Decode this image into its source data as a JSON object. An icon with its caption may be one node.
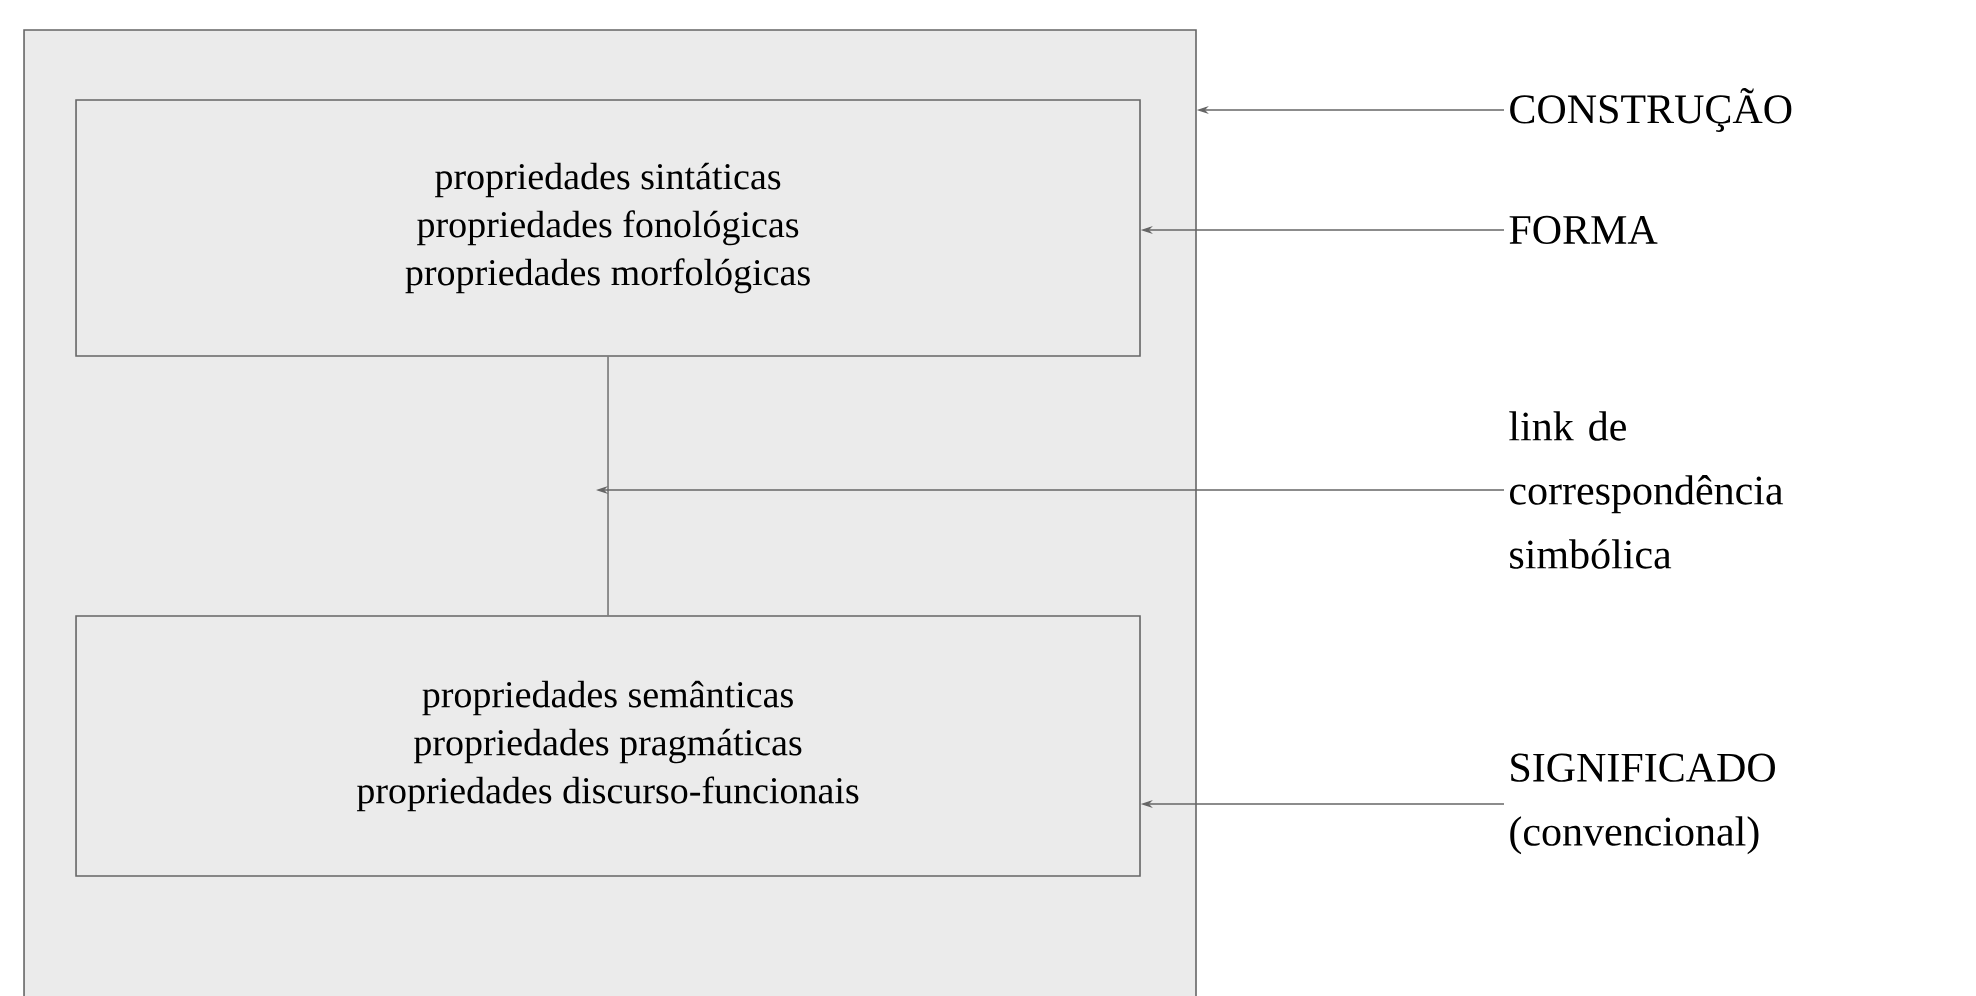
{
  "diagram": {
    "nodes": [
      {
        "text": [],
        "shape": "box"
      },
      {
        "text": [
          "propriedades sintáticas",
          "propriedades fonológicas",
          "propriedades morfológicas"
        ],
        "in": 0
      },
      {
        "text": [
          "propriedades semânticas",
          "propriedades pragmáticas",
          "propriedades discurso-funcionais"
        ],
        "in": 0
      },
      {
        "text": [
          "CONSTRUÇÃO"
        ]
      },
      {
        "text": [
          "FORMA"
        ]
      },
      {
        "text": [
          "link de correspondência simbólica"
        ]
      },
      {
        "text": [
          "SIGNIFICADO (convencional)"
        ]
      }
    ],
    "edges": [
      {
        "from": 1,
        "to": 2,
        "arrow": "none"
      },
      {
        "from": 3,
        "to": 0,
        "arrow": "to"
      },
      {
        "from": 4,
        "to": 1,
        "arrow": "to"
      },
      {
        "from": 5,
        "to": null,
        "arrow": "to"
      },
      {
        "from": 6,
        "to": 2,
        "arrow": "to"
      }
    ]
  }
}
